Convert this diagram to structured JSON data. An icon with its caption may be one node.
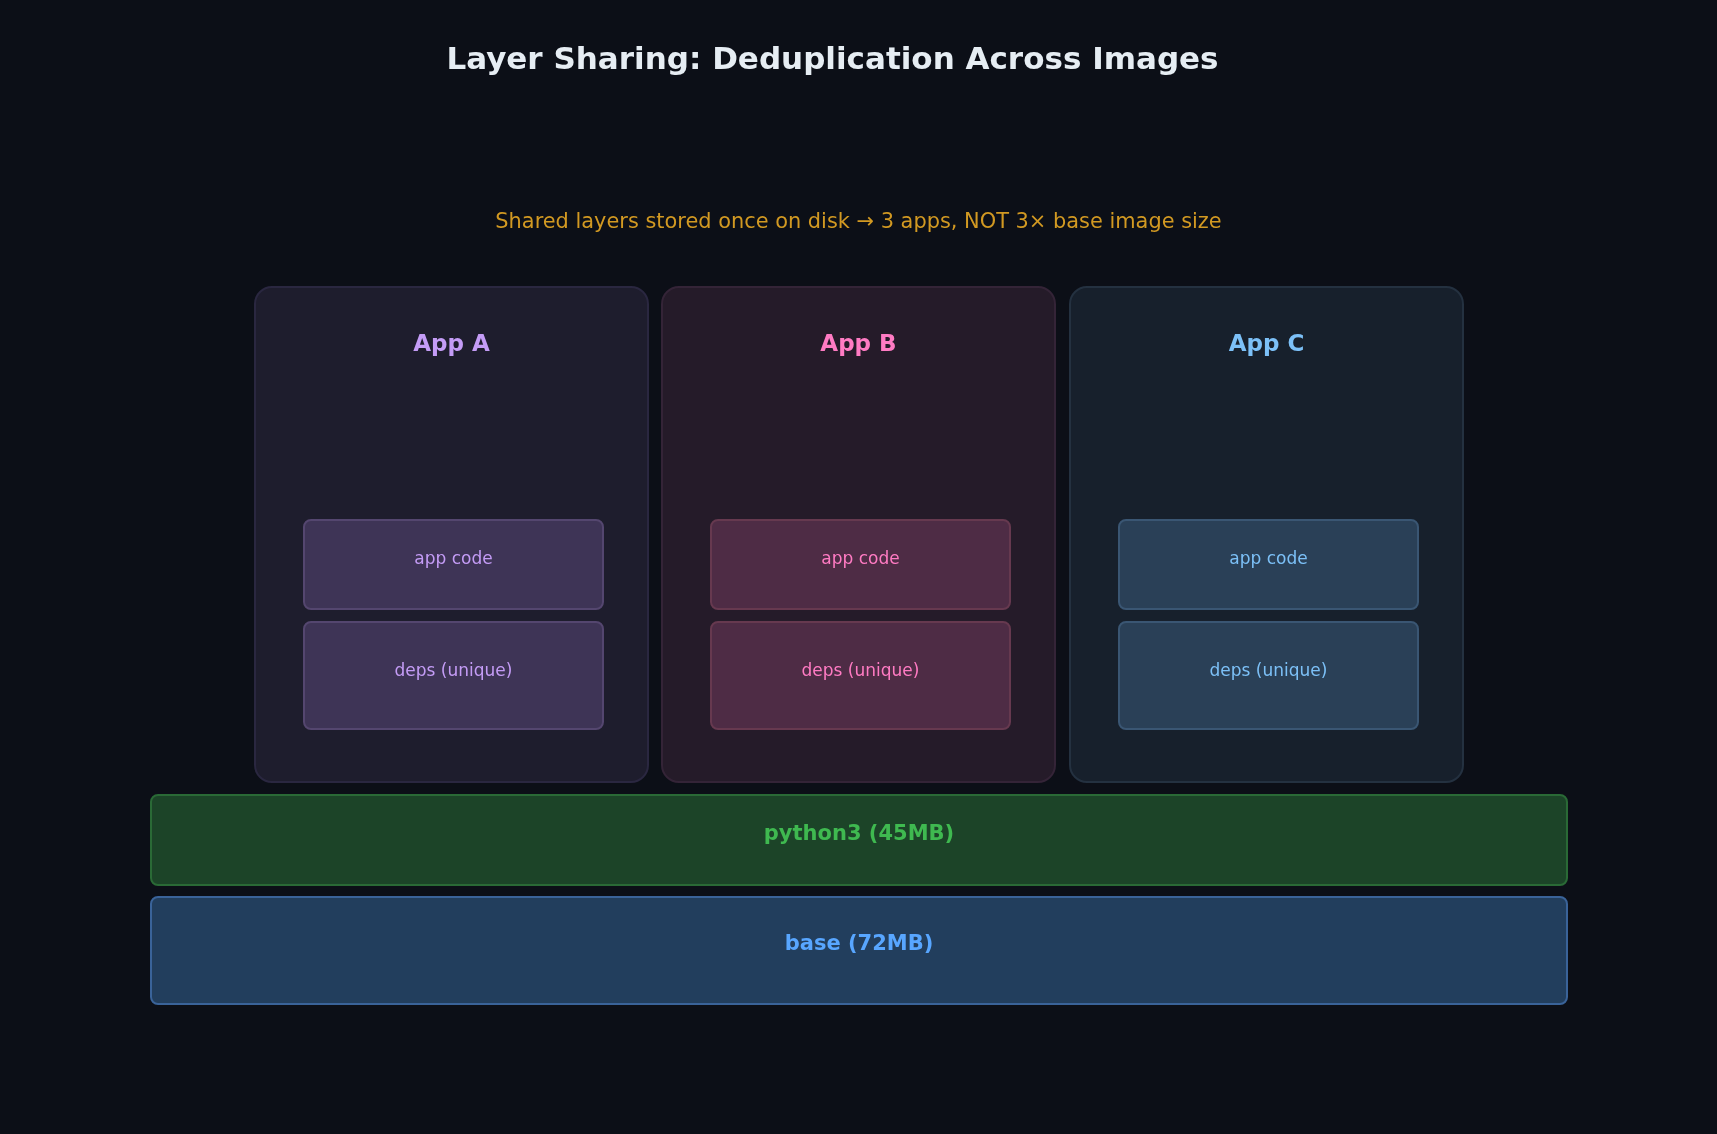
{
  "diagram": {
    "title": "Layer Sharing: Deduplication Across Images",
    "nodes": [
      {
        "text": [
          "App A"
        ]
      },
      {
        "text": [
          "app code"
        ],
        "in": 0
      },
      {
        "text": [
          "deps (unique)"
        ],
        "in": 0
      },
      {
        "text": [
          "App B"
        ]
      },
      {
        "text": [
          "app code"
        ],
        "in": 3
      },
      {
        "text": [
          "deps (unique)"
        ],
        "in": 3
      },
      {
        "text": [
          "App C"
        ]
      },
      {
        "text": [
          "app code"
        ],
        "in": 6
      },
      {
        "text": [
          "deps (unique)"
        ],
        "in": 6
      },
      {
        "text": [
          "python3 (45MB)"
        ]
      },
      {
        "text": [
          "base (72MB)"
        ]
      }
    ],
    "edges": [],
    "labels": [
      "Shared layers stored once on disk → 3 apps, NOT 3× base image size"
    ]
  }
}
